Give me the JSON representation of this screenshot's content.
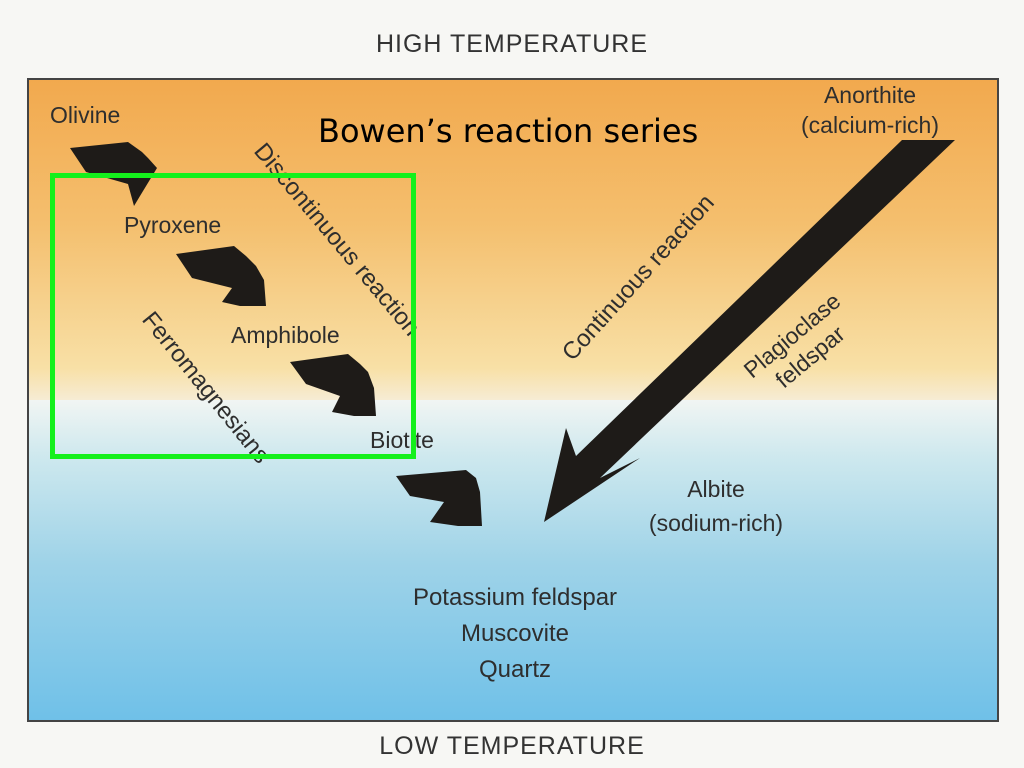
{
  "title": "Bowen’s reaction series",
  "top_label": "HIGH TEMPERATURE",
  "bottom_label": "LOW TEMPERATURE",
  "discontinuous": {
    "branch_label": "Discontinuous reaction",
    "group_label": "Ferromagnesians",
    "minerals": [
      "Olivine",
      "Pyroxene",
      "Amphibole",
      "Biotite"
    ]
  },
  "continuous": {
    "branch_label": "Continuous reaction",
    "group_label_line1": "Plagioclase",
    "group_label_line2": "feldspar",
    "start_name": "Anorthite",
    "start_detail": "(calcium-rich)",
    "end_name": "Albite",
    "end_detail": "(sodium-rich)"
  },
  "final_minerals": [
    "Potassium feldspar",
    "Muscovite",
    "Quartz"
  ],
  "colors": {
    "highlight": "#14f01c",
    "arrow": "#1e1b18",
    "high_temp_band": "#f2a94e",
    "low_temp_band": "#6ec0e8"
  }
}
